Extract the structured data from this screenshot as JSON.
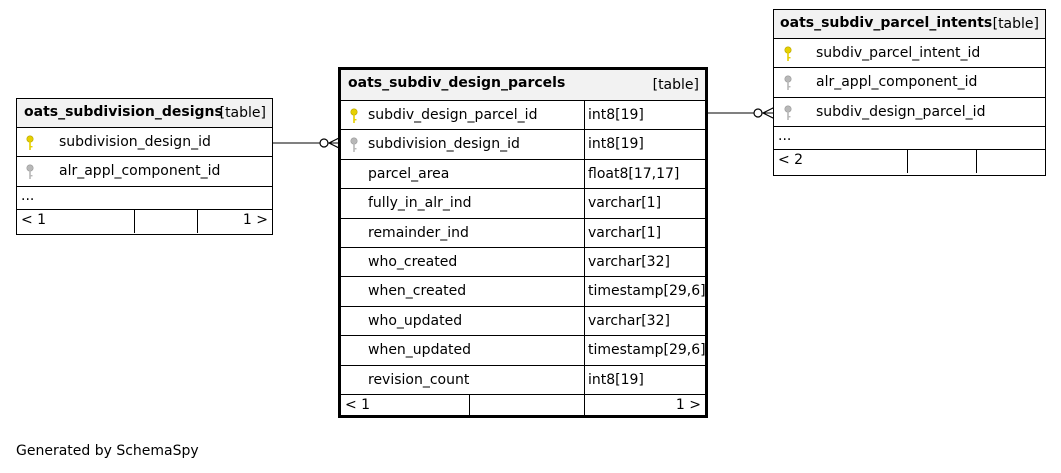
{
  "tables": {
    "designs": {
      "name": "oats_subdivision_designs",
      "type_label": "[table]",
      "columns": [
        {
          "name": "subdivision_design_id",
          "key": "primary"
        },
        {
          "name": "alr_appl_component_id",
          "key": "foreign"
        }
      ],
      "more": "...",
      "footer_left": "< 1",
      "footer_right": "1 >"
    },
    "parcels": {
      "name": "oats_subdiv_design_parcels",
      "type_label": "[table]",
      "columns": [
        {
          "name": "subdiv_design_parcel_id",
          "type": "int8[19]",
          "key": "primary"
        },
        {
          "name": "subdivision_design_id",
          "type": "int8[19]",
          "key": "foreign"
        },
        {
          "name": "parcel_area",
          "type": "float8[17,17]",
          "key": "none"
        },
        {
          "name": "fully_in_alr_ind",
          "type": "varchar[1]",
          "key": "none"
        },
        {
          "name": "remainder_ind",
          "type": "varchar[1]",
          "key": "none"
        },
        {
          "name": "who_created",
          "type": "varchar[32]",
          "key": "none"
        },
        {
          "name": "when_created",
          "type": "timestamp[29,6]",
          "key": "none"
        },
        {
          "name": "who_updated",
          "type": "varchar[32]",
          "key": "none"
        },
        {
          "name": "when_updated",
          "type": "timestamp[29,6]",
          "key": "none"
        },
        {
          "name": "revision_count",
          "type": "int8[19]",
          "key": "none"
        }
      ],
      "footer_left": "< 1",
      "footer_right": "1 >"
    },
    "intents": {
      "name": "oats_subdiv_parcel_intents",
      "type_label": "[table]",
      "columns": [
        {
          "name": "subdiv_parcel_intent_id",
          "key": "primary"
        },
        {
          "name": "alr_appl_component_id",
          "key": "foreign"
        },
        {
          "name": "subdiv_design_parcel_id",
          "key": "foreign"
        }
      ],
      "more": "...",
      "footer_left": "< 2"
    }
  },
  "relationships": [
    {
      "from": "oats_subdivision_designs",
      "to": "oats_subdiv_design_parcels"
    },
    {
      "from": "oats_subdiv_design_parcels",
      "to": "oats_subdiv_parcel_intents"
    }
  ],
  "colors": {
    "primary_key": "#e6d000",
    "foreign_key": "#b8b8b8",
    "header_bg": "#f2f2f2",
    "line": "#000000"
  },
  "footer_text": "Generated by SchemaSpy"
}
